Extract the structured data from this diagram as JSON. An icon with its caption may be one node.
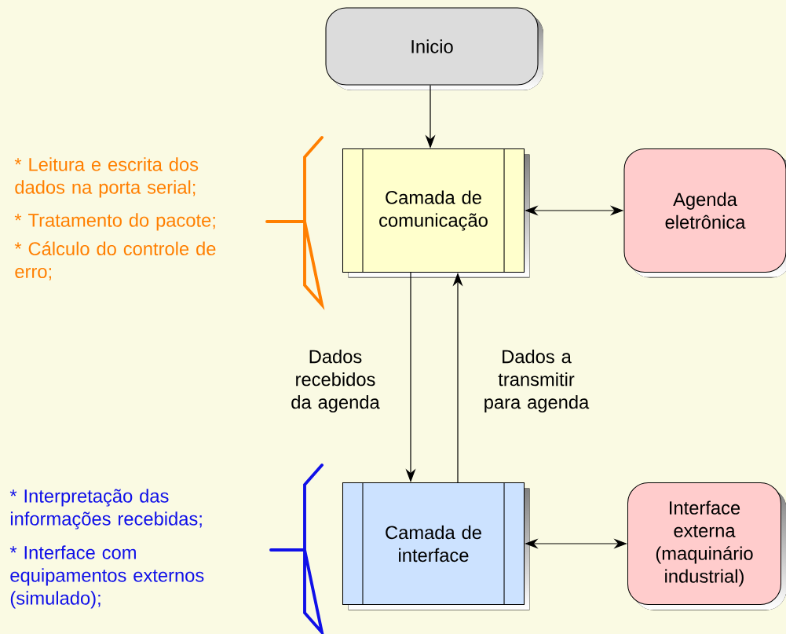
{
  "diagram": {
    "nodes": [
      {
        "text": [
          "Inicio"
        ]
      },
      {
        "text": [
          "Camada de comunicação"
        ]
      },
      {
        "text": [
          "Agenda eletrônica"
        ]
      },
      {
        "text": [
          "Camada de interface"
        ]
      },
      {
        "text": [
          "Interface externa (maquinário industrial)"
        ]
      }
    ],
    "edges": [
      {
        "from": 0,
        "to": 1,
        "arrow": "to"
      },
      {
        "from": 1,
        "to": 2,
        "arrow": "both"
      },
      {
        "from": 1,
        "to": 3,
        "arrow": "to",
        "label": "Dados recebidos da agenda"
      },
      {
        "from": 3,
        "to": 1,
        "arrow": "to",
        "label": "Dados a transmitir para agenda"
      },
      {
        "from": 3,
        "to": 4,
        "arrow": "both"
      }
    ],
    "labels": [
      "* Leitura e escrita dos dados na porta serial;",
      "* Tratamento do pacote;",
      "* Cálculo do controle de erro;",
      "* Interpretação das informações recebidas;",
      "* Interface com equipamentos externos (simulado);"
    ]
  }
}
